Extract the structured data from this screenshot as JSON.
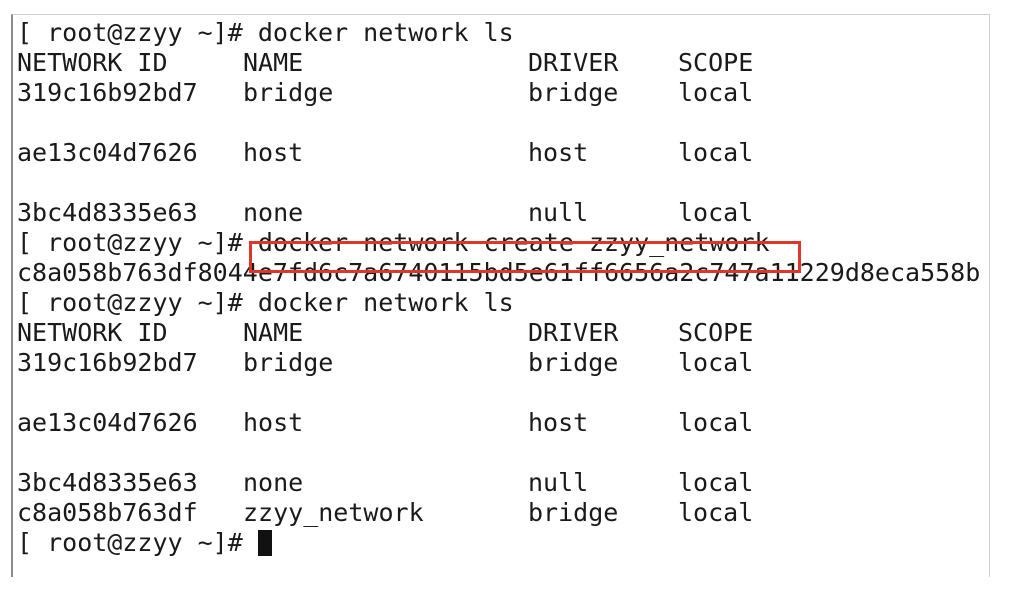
{
  "terminal": {
    "lines": [
      {
        "type": "prompt",
        "prompt": "[ root@zzyy ~]# ",
        "command": "docker network ls"
      },
      {
        "type": "header",
        "cols": [
          "NETWORK ID",
          "NAME",
          "DRIVER",
          "SCOPE"
        ]
      },
      {
        "type": "row",
        "cols": [
          "319c16b92bd7",
          "bridge",
          "bridge",
          "local"
        ]
      },
      {
        "type": "blank"
      },
      {
        "type": "row",
        "cols": [
          "ae13c04d7626",
          "host",
          "host",
          "local"
        ]
      },
      {
        "type": "blank"
      },
      {
        "type": "row",
        "cols": [
          "3bc4d8335e63",
          "none",
          "null",
          "local"
        ]
      },
      {
        "type": "prompt",
        "prompt": "[ root@zzyy ~]# ",
        "command": "docker network create zzyy_network",
        "highlighted": true
      },
      {
        "type": "output",
        "text": "c8a058b763df8044e7fd6c7a6740115bd5e61ff6656a2c747a11229d8eca558b"
      },
      {
        "type": "prompt",
        "prompt": "[ root@zzyy ~]# ",
        "command": "docker network ls"
      },
      {
        "type": "header",
        "cols": [
          "NETWORK ID",
          "NAME",
          "DRIVER",
          "SCOPE"
        ]
      },
      {
        "type": "row",
        "cols": [
          "319c16b92bd7",
          "bridge",
          "bridge",
          "local"
        ]
      },
      {
        "type": "blank"
      },
      {
        "type": "row",
        "cols": [
          "ae13c04d7626",
          "host",
          "host",
          "local"
        ]
      },
      {
        "type": "blank"
      },
      {
        "type": "row",
        "cols": [
          "3bc4d8335e63",
          "none",
          "null",
          "local"
        ]
      },
      {
        "type": "row",
        "cols": [
          "c8a058b763df",
          "zzyy_network",
          "bridge",
          "local"
        ]
      },
      {
        "type": "prompt",
        "prompt": "[ root@zzyy ~]# ",
        "command": "",
        "cursor": true
      }
    ]
  },
  "colors": {
    "text": "#1a1a1a",
    "highlight_border": "#e0362a",
    "background": "#ffffff"
  }
}
